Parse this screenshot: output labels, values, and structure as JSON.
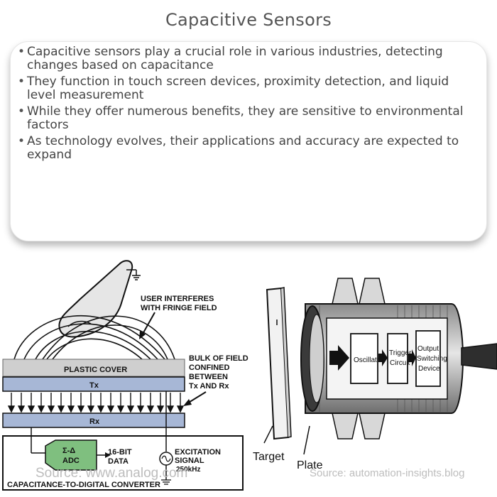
{
  "title": "Capacitive Sensors",
  "bullets": [
    "Capacitive sensors play a crucial role in various industries, detecting changes based on capacitance",
    "They function in touch screen devices, proximity detection, and liquid level measurement",
    "While they offer numerous benefits, they are sensitive to environmental factors",
    "As technology evolves, their applications and accuracy are expected to expand"
  ],
  "left_diagram": {
    "user_label_1": "USER INTERFERES",
    "user_label_2": "WITH FRINGE FIELD",
    "bulk_label_1": "BULK OF FIELD",
    "bulk_label_2": "CONFINED",
    "bulk_label_3": "BETWEEN",
    "bulk_label_4": "Tx AND Rx",
    "plastic_cover": "PLASTIC COVER",
    "tx": "Tx",
    "rx": "Rx",
    "adc_1": "Σ-Δ",
    "adc_2": "ADC",
    "data_1": "16-BIT",
    "data_2": "DATA",
    "excitation_1": "EXCITATION",
    "excitation_2": "SIGNAL",
    "excitation_3": "250kHz",
    "converter": "CAPACITANCE-TO-DIGITAL CONVERTER",
    "source": "Source: www.analog.com"
  },
  "right_diagram": {
    "oscillator": "Oscillator",
    "trigger_1": "Trigger",
    "trigger_2": "Circuit",
    "output_1": "Output",
    "output_2": "Switching",
    "output_3": "Device",
    "target": "Target",
    "plate": "Plate",
    "source": "Source: automation-insights.blog"
  }
}
